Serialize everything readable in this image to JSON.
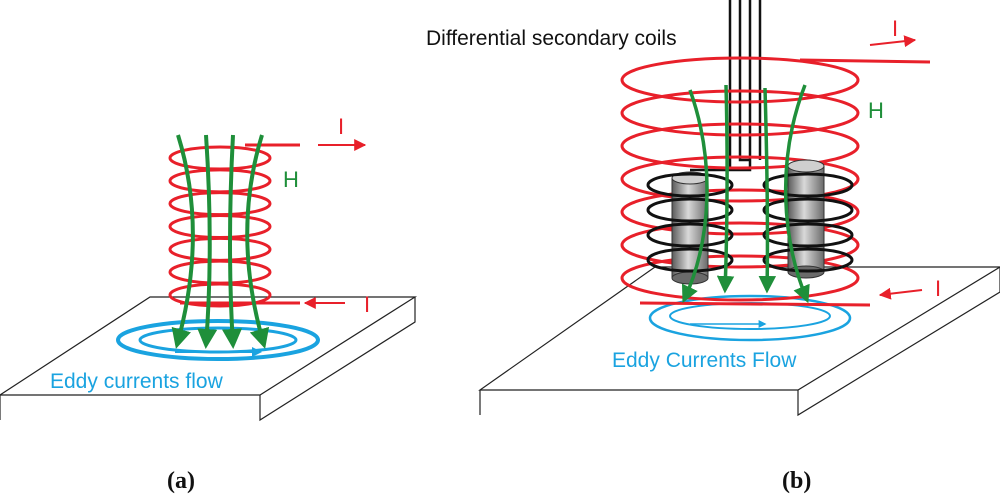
{
  "panel_a": {
    "current_top_label": "I",
    "current_bottom_label": "I",
    "field_label": "H",
    "eddy_label": "Eddy currents flow",
    "caption": "(a)"
  },
  "panel_b": {
    "secondary_label": "Differential secondary coils",
    "current_top_label": "I",
    "current_bottom_label": "I",
    "field_label": "H",
    "eddy_label": "Eddy Currents Flow",
    "caption": "(b)"
  },
  "colors": {
    "coil": "#e8202a",
    "field": "#1f8f3a",
    "eddy": "#1aa3e0",
    "secondary": "#111111",
    "plate_edge": "#222222",
    "core": "#8a8a8a"
  }
}
